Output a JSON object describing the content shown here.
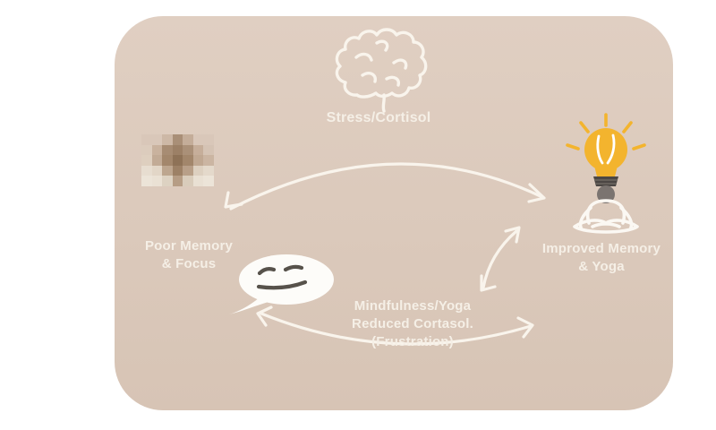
{
  "diagram": {
    "type": "cycle-diagram",
    "topic": "Stress, memory and mindfulness cycle",
    "nodes": {
      "stress": {
        "label": "Stress/Cortisol",
        "icon": "brain-icon"
      },
      "poor_memory": {
        "line1": "Poor Memory",
        "line2": "& Focus",
        "icon": "pixelated-image"
      },
      "frustration": {
        "icon": "speech-bubble-unamused-face-icon"
      },
      "mindfulness": {
        "line1": "Mindfulness/Yoga",
        "line2": "Reduced Cortasol.",
        "line3": "(Frustration)"
      },
      "improved": {
        "line1": "Improved Memory",
        "line2": "& Yoga",
        "icon": "lightbulb-meditation-icon"
      }
    },
    "edges": [
      {
        "from": "stress",
        "to": "poor_memory",
        "style": "curved-arc-top-left",
        "arrowheads": "both"
      },
      {
        "from": "stress",
        "to": "improved",
        "style": "curved-arc-top-right",
        "arrowheads": "both"
      },
      {
        "from": "mindfulness",
        "to": "stress",
        "style": "short-diagonal",
        "arrowheads": "both"
      },
      {
        "from": "improved",
        "to": "frustration",
        "style": "curved-arc-bottom",
        "arrowheads": "both"
      }
    ]
  },
  "colors": {
    "card-bg-top": "#e0cfc2",
    "card-bg": "#dbc9bb",
    "card-bg-bottom": "#d7c4b5",
    "label-color": "#f5efe6",
    "arrow": "#f9f4ec",
    "bubble-fill": "#fdfcf9",
    "face-stroke": "#57524b",
    "bulb-yellow": "#f3b42e",
    "bulb-base": "#4c4744",
    "head-gray": "#7b7470",
    "figure-stroke": "#fbf8f3"
  },
  "mosaic": {
    "rows": [
      [
        "#d9c7b9",
        "#d9c7b9",
        "#cdb8a6",
        "#a98f77",
        "#c4ad99",
        "#d9c7b9",
        "#d9c7b9"
      ],
      [
        "#dcccbd",
        "#c9b29e",
        "#a78c73",
        "#9c8066",
        "#aa9078",
        "#c6ae9a",
        "#d5c3b4"
      ],
      [
        "#decfbf",
        "#c2ab96",
        "#a3876c",
        "#8e7257",
        "#a2866b",
        "#c0a892",
        "#cbb5a2"
      ],
      [
        "#e7ddd0",
        "#e2d6c7",
        "#bda68f",
        "#9d8166",
        "#b89f88",
        "#ddd0c0",
        "#e4d9cb"
      ],
      [
        "#ece4d8",
        "#eae1d4",
        "#ddd2c2",
        "#b69d85",
        "#d9ccbb",
        "#e9e0d3",
        "#ece4d8"
      ]
    ]
  }
}
